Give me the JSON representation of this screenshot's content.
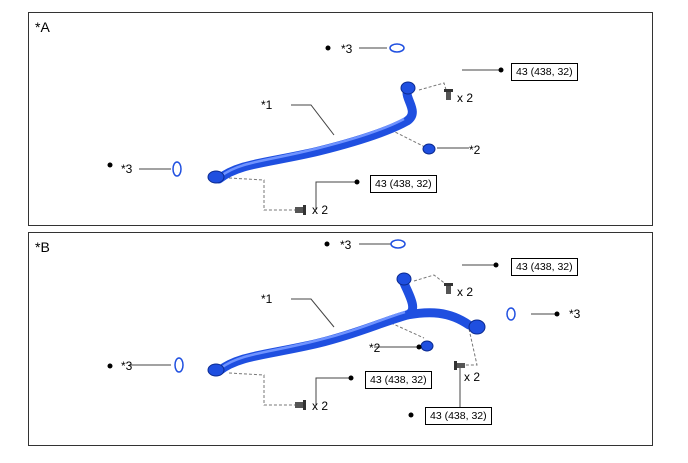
{
  "panels": [
    {
      "label": "*A",
      "callouts": {
        "pipe": "*1",
        "bracket": "*2",
        "gasket_top": "*3",
        "gasket_left": "*3"
      },
      "torques": [
        "43 (438, 32)",
        "43 (438, 32)"
      ],
      "counts": [
        "x 2",
        "x 2"
      ]
    },
    {
      "label": "*B",
      "callouts": {
        "pipe": "*1",
        "bracket": "*2",
        "gasket_top": "*3",
        "gasket_left": "*3",
        "gasket_right": "*3"
      },
      "torques": [
        "43 (438, 32)",
        "43 (438, 32)",
        "43 (438, 32)"
      ],
      "counts": [
        "x 2",
        "x 2",
        "x 2"
      ]
    }
  ],
  "colors": {
    "pipe": "#1f4fe0",
    "pipe_highlight": "#6f93ff",
    "line": "#444444"
  }
}
